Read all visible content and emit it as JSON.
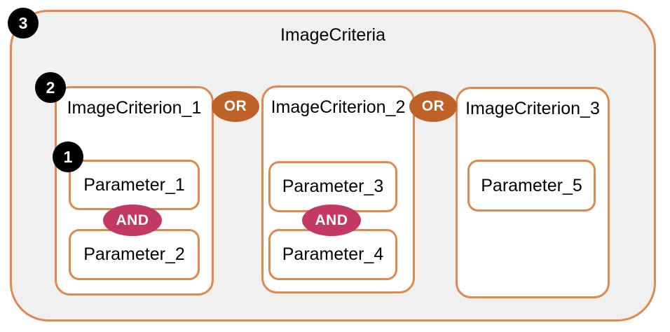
{
  "diagram": {
    "title": "ImageCriteria",
    "criteria_operator": "OR",
    "criteria": [
      {
        "label": "ImageCriterion_1",
        "param_operator": "AND",
        "parameters": [
          "Parameter_1",
          "Parameter_2"
        ]
      },
      {
        "label": "ImageCriterion_2",
        "param_operator": "AND",
        "parameters": [
          "Parameter_3",
          "Parameter_4"
        ]
      },
      {
        "label": "ImageCriterion_3",
        "parameters": [
          "Parameter_5"
        ]
      }
    ],
    "callouts": {
      "parameter_level": "1",
      "criterion_level": "2",
      "criteria_level": "3"
    },
    "colors": {
      "box_border": "#e0884e",
      "container_fill": "#f0f0f0",
      "inner_fill": "#ffffff",
      "or_badge": "#bf6228",
      "and_badge": "#c23a64",
      "callout_fill": "#000000",
      "text": "#000000"
    }
  }
}
